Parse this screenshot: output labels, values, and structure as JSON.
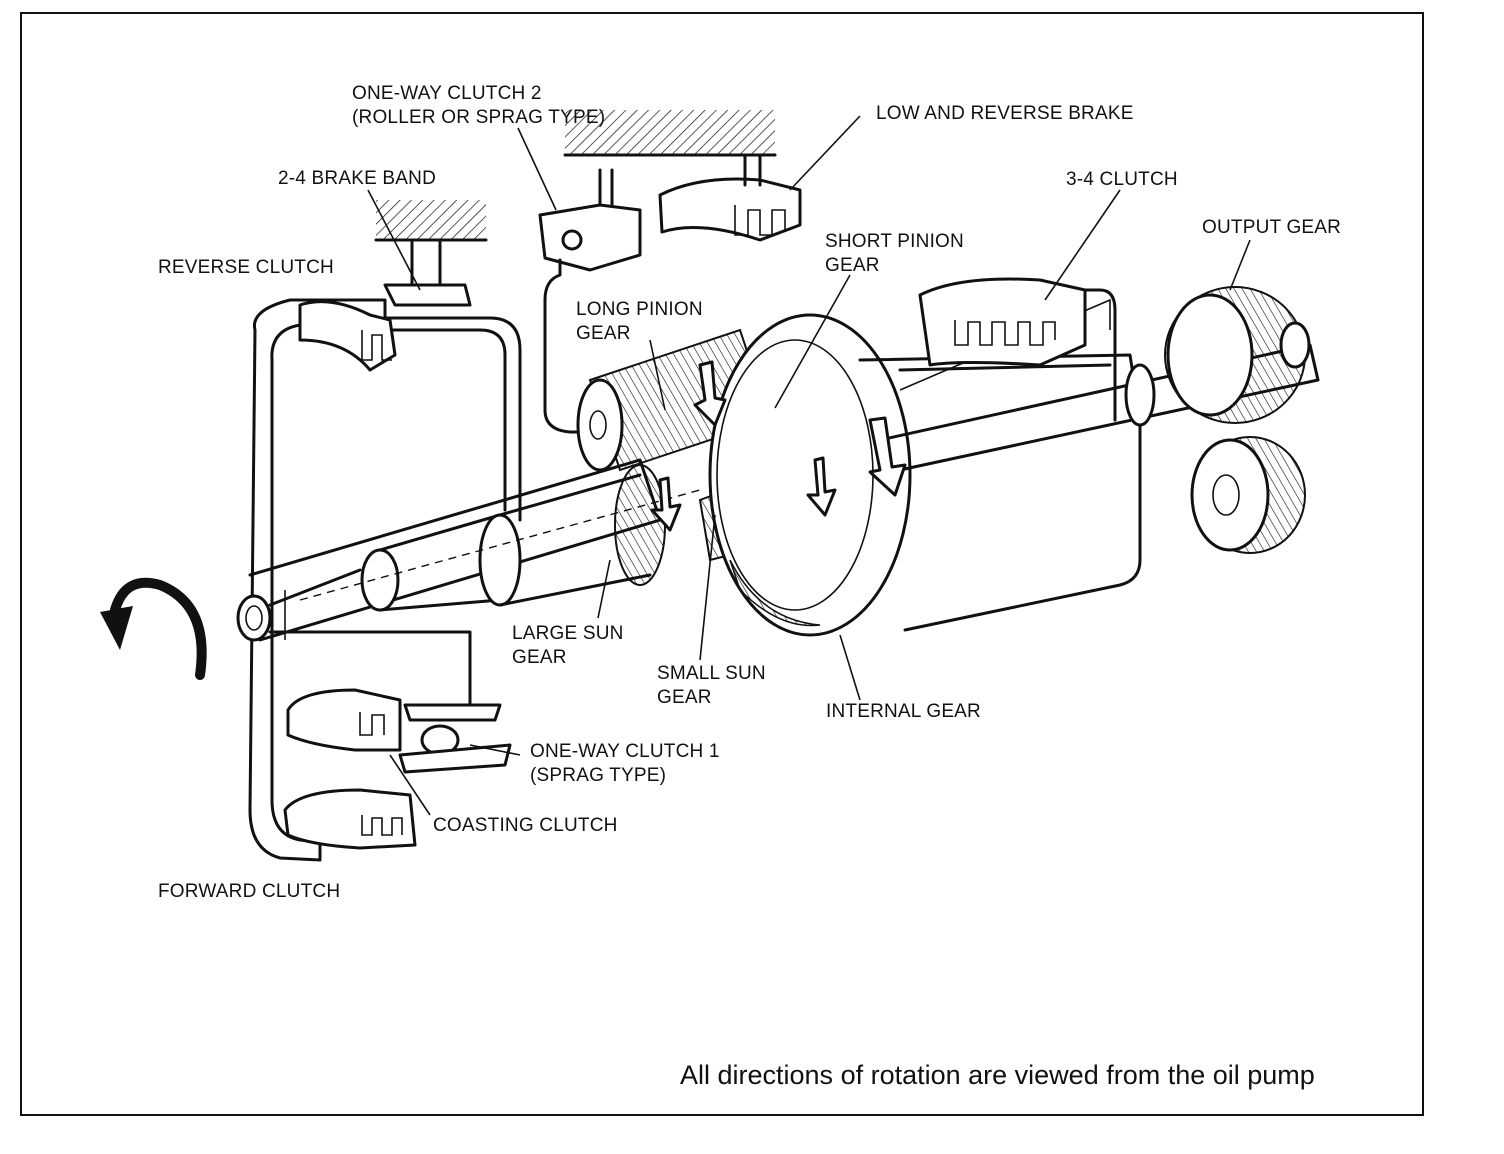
{
  "labels": {
    "one_way_clutch_2_line1": "ONE-WAY CLUTCH 2",
    "one_way_clutch_2_line2": "(ROLLER OR SPRAG TYPE)",
    "low_reverse_brake": "LOW AND REVERSE BRAKE",
    "brake_band_2_4": "2-4 BRAKE BAND",
    "clutch_3_4": "3-4 CLUTCH",
    "output_gear": "OUTPUT GEAR",
    "reverse_clutch": "REVERSE CLUTCH",
    "short_pinion_line1": "SHORT PINION",
    "short_pinion_line2": "GEAR",
    "long_pinion_line1": "LONG PINION",
    "long_pinion_line2": "GEAR",
    "large_sun_line1": "LARGE SUN",
    "large_sun_line2": "GEAR",
    "small_sun_line1": "SMALL SUN",
    "small_sun_line2": "GEAR",
    "internal_gear": "INTERNAL GEAR",
    "one_way_clutch_1_line1": "ONE-WAY CLUTCH 1",
    "one_way_clutch_1_line2": "(SPRAG TYPE)",
    "coasting_clutch": "COASTING CLUTCH",
    "forward_clutch": "FORWARD CLUTCH"
  },
  "note": "All directions of rotation are viewed from the oil pump",
  "icons": [
    "rotation-arrow-icon",
    "direction-arrow-icon"
  ]
}
